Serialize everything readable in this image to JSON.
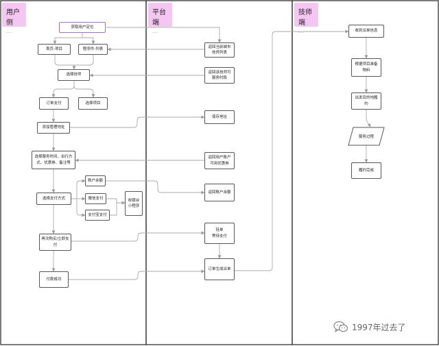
{
  "lanes": [
    {
      "title": "用户侧",
      "dots": "..."
    },
    {
      "title": "平台端",
      "dots": "..."
    },
    {
      "title": "技师端",
      "dots": "..."
    }
  ],
  "nodes": {
    "get_location": "获取用户定位",
    "home_project": "首页-项目",
    "mini_list": "程序件-列表",
    "select_tech": "选择技师",
    "order_pay": "订单支付",
    "select_project": "选择项目",
    "add_address": "添加管理地址",
    "select_service": "选择服务时间、出行方式、优惠券、备注等",
    "select_pay": "选择支付方式",
    "account_balance": "账户余额",
    "wechat_pay": "微信支付",
    "alipay": "支付宝支付",
    "cashier": "收银台小程序",
    "repurchase": "再次购买/立即支付",
    "pay_success": "付款成功",
    "return_city_techs": "返回当前城市技师列表",
    "return_time_slots": "返回该技师可服务时段",
    "save_address": "保存地址",
    "return_coupons": "返回用户账户可用优惠券",
    "return_balance": "返回账户余额",
    "place_order": "轻单\n等待支付",
    "order_generated": "订单生成派单",
    "receive_order": "收到派单信息",
    "prepare_materials": "根据项目准备物料",
    "depart": "出发目的地履约",
    "service_process": "服务过程",
    "fulfillment_done": "履约完成"
  },
  "watermark": "1997年过去了",
  "colors": {
    "lane_header": "#f6c6f2",
    "highlight_border": "#a46ad8",
    "line": "#aaaaaa",
    "node_border": "#555555"
  }
}
